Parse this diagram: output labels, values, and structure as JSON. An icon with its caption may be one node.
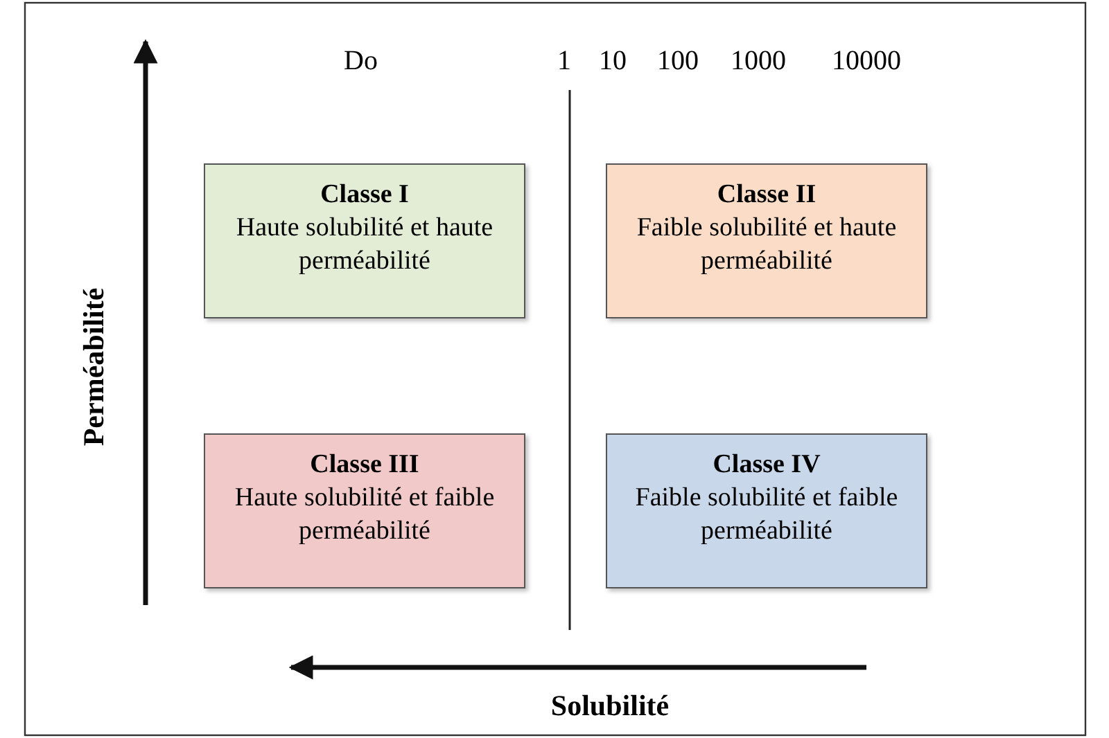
{
  "diagram": {
    "nodes": [
      {
        "text": [
          "Classe I",
          "Haute solubilité et haute perméabilité"
        ]
      },
      {
        "text": [
          "Classe II",
          "Faible solubilité et haute perméabilité"
        ]
      },
      {
        "text": [
          "Classe III",
          "Haute solubilité et faible perméabilité"
        ]
      },
      {
        "text": [
          "Classe IV",
          "Faible solubilité et faible perméabilité"
        ]
      }
    ],
    "labels": [
      "Do",
      "1",
      "10",
      "100",
      "1000",
      "10000",
      "Perméabilité",
      "Solubilité"
    ]
  }
}
